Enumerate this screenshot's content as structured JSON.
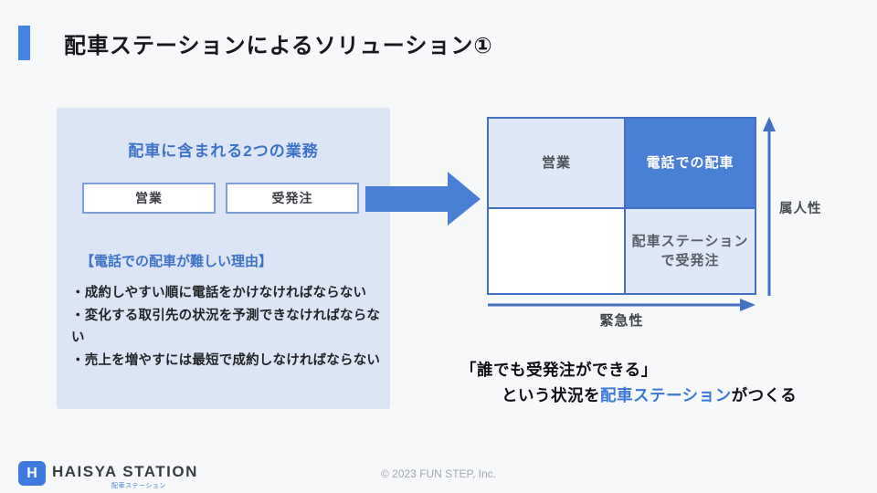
{
  "slide": {
    "title": "配車ステーションによるソリューション①"
  },
  "left_panel": {
    "header": "配車に含まれる2つの業務",
    "boxes": [
      "営業",
      "受発注"
    ],
    "reason_heading": "【電話での配車が難しい理由】",
    "bullets": [
      "・成約しやすい順に電話をかけなければならない",
      "・変化する取引先の状況を予測できなければならない",
      "・売上を増やすには最短で成約しなければならない"
    ]
  },
  "matrix": {
    "cells": {
      "top_left": "営業",
      "top_right": "電話での配車",
      "bottom_right_line1": "配車ステーション",
      "bottom_right_line2": "で受発注"
    },
    "y_axis_label": "属人性",
    "x_axis_label": "緊急性"
  },
  "message": {
    "line1": "「誰でも受発注ができる」",
    "line2_prefix": "という状況を",
    "line2_highlight": "配車ステーション",
    "line2_suffix": "がつくる"
  },
  "footer": {
    "logo_mark": "H",
    "logo_text": "HAISYA STATION",
    "logo_subtext": "配車ステーション",
    "copyright": "© 2023 FUN STEP, Inc."
  },
  "colors": {
    "accent": "#4285e4",
    "strong_blue": "#4a7fd6",
    "border_blue": "#4470c4",
    "panel_bg": "#dbe5f5",
    "cell_bg": "#dee8f8",
    "heading_blue": "#3e73c8",
    "highlight_blue": "#3b78d8"
  }
}
